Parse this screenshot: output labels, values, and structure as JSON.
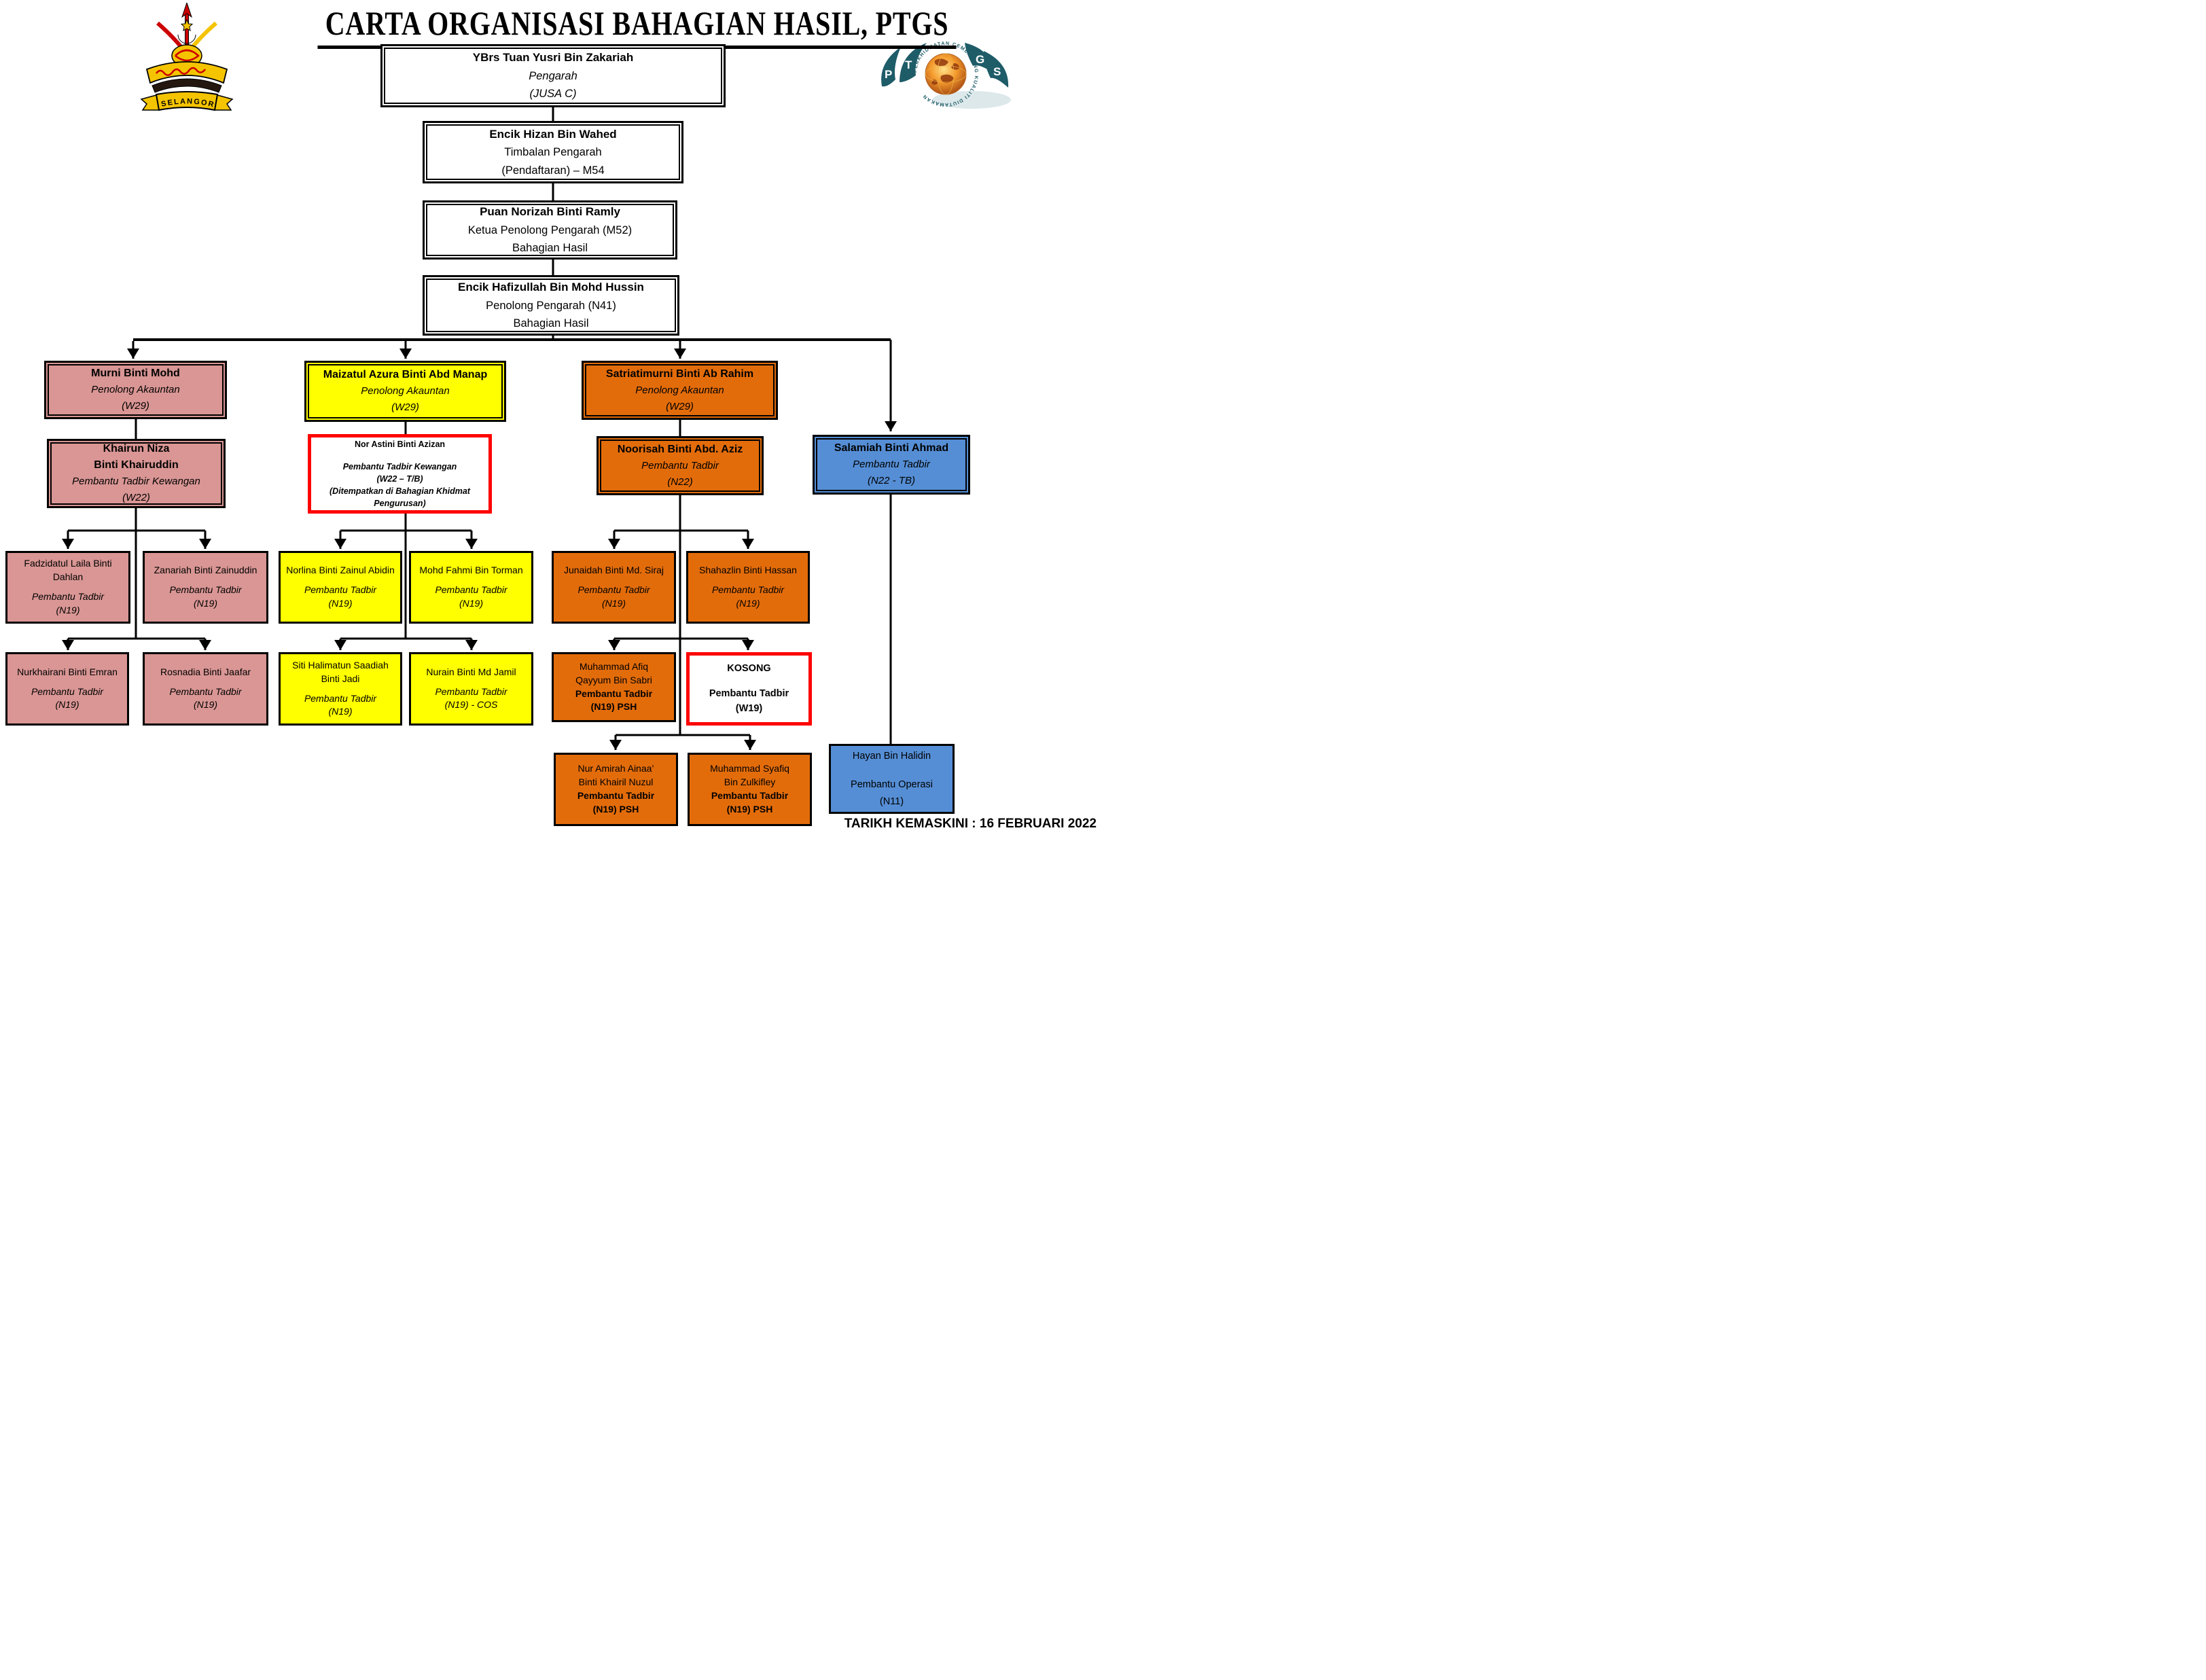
{
  "title": "CARTA ORGANISASI BAHAGIAN HASIL, PTGS",
  "footer": "TARIKH KEMASKINI : 16 FEBRUARI 2022",
  "selangor_logo": {
    "banner": "SELANGOR"
  },
  "ptgs_logo": {
    "p": "P",
    "t": "T",
    "g": "G",
    "s": "S",
    "ring_text": "PERKHIDMATAN CEMERLANG KUALITI DIUTAMAKAN"
  },
  "colors": {
    "pink": "#D99694",
    "yellow": "#FFFF00",
    "orange": "#E36C0A",
    "blue": "#558ED5",
    "red_border": "#FF0000",
    "teal": "#1E5C68",
    "black": "#000000"
  },
  "nodes": {
    "pengarah": {
      "name": "YBrs Tuan Yusri Bin Zakariah",
      "role": "Pengarah",
      "grade": "(JUSA C)"
    },
    "timbalan": {
      "name": "Encik Hizan Bin Wahed",
      "role": "Timbalan Pengarah",
      "grade": "(Pendaftaran) – M54"
    },
    "ketua": {
      "name": "Puan Norizah Binti Ramly",
      "role": "Ketua Penolong Pengarah (M52)",
      "grade": "Bahagian Hasil"
    },
    "penolong": {
      "name": "Encik Hafizullah Bin Mohd Hussin",
      "role": "Penolong Pengarah (N41)",
      "grade": "Bahagian Hasil"
    },
    "murni": {
      "name": "Murni Binti Mohd",
      "role": "Penolong Akauntan",
      "grade": "(W29)"
    },
    "maizatul": {
      "name": "Maizatul Azura Binti Abd Manap",
      "role": "Penolong Akauntan",
      "grade": "(W29)"
    },
    "satriatimurni": {
      "name": "Satriatimurni Binti Ab Rahim",
      "role": "Penolong Akauntan",
      "grade": "(W29)"
    },
    "khairun": {
      "name": "Khairun Niza\nBinti Khairuddin",
      "role": "Pembantu Tadbir Kewangan",
      "grade": "(W22)"
    },
    "nor_astini": {
      "name": "Nor Astini Binti Azizan",
      "role": "Pembantu Tadbir Kewangan",
      "grade": "(W22 – T/B)",
      "note": "(Ditempatkan di Bahagian Khidmat Pengurusan)"
    },
    "noorisah": {
      "name": "Noorisah Binti Abd. Aziz",
      "role": "Pembantu Tadbir",
      "grade": "(N22)"
    },
    "salamiah": {
      "name": "Salamiah Binti Ahmad",
      "role": "Pembantu Tadbir",
      "grade": "(N22 - TB)"
    },
    "fadzidatul": {
      "name": "Fadzidatul Laila Binti Dahlan",
      "role": "Pembantu Tadbir",
      "grade": "(N19)"
    },
    "zanariah": {
      "name": "Zanariah Binti Zainuddin",
      "role": "Pembantu Tadbir",
      "grade": "(N19)"
    },
    "nurkhairani": {
      "name": "Nurkhairani Binti Emran",
      "role": "Pembantu Tadbir",
      "grade": "(N19)"
    },
    "rosnadia": {
      "name": "Rosnadia Binti Jaafar",
      "role": "Pembantu Tadbir",
      "grade": "(N19)"
    },
    "norlina": {
      "name": "Norlina Binti Zainul Abidin",
      "role": "Pembantu Tadbir",
      "grade": "(N19)"
    },
    "fahmi": {
      "name": "Mohd Fahmi Bin Torman",
      "role": "Pembantu Tadbir",
      "grade": "(N19)"
    },
    "siti": {
      "name": "Siti Halimatun Saadiah Binti Jadi",
      "role": "Pembantu Tadbir",
      "grade": "(N19)"
    },
    "nurain": {
      "name": "Nurain Binti Md Jamil",
      "role": "Pembantu Tadbir",
      "grade": "(N19) - COS"
    },
    "junaidah": {
      "name": "Junaidah Binti Md. Siraj",
      "role": "Pembantu Tadbir",
      "grade": "(N19)"
    },
    "shahazlin": {
      "name": "Shahazlin Binti Hassan",
      "role": "Pembantu Tadbir",
      "grade": "(N19)"
    },
    "afiq": {
      "name": "Muhammad Afiq\nQayyum Bin Sabri",
      "role": "Pembantu Tadbir",
      "grade": "(N19) PSH"
    },
    "kosong": {
      "name": "KOSONG",
      "role": "Pembantu Tadbir",
      "grade": "(W19)"
    },
    "amirah": {
      "name": "Nur Amirah Ainaa’\nBinti Khairil Nuzul",
      "role": "Pembantu Tadbir",
      "grade": "(N19) PSH"
    },
    "syafiq": {
      "name": "Muhammad Syafiq\nBin Zulkifley",
      "role": "Pembantu Tadbir",
      "grade": "(N19) PSH"
    },
    "hayan": {
      "name": "Hayan Bin Halidin",
      "role": "Pembantu Operasi",
      "grade": "(N11)"
    }
  },
  "hierarchy": {
    "pengarah": [
      "timbalan"
    ],
    "timbalan": [
      "ketua"
    ],
    "ketua": [
      "penolong"
    ],
    "penolong": [
      "murni",
      "maizatul",
      "satriatimurni",
      "salamiah"
    ],
    "murni": [
      "khairun"
    ],
    "khairun": [
      "fadzidatul",
      "zanariah",
      "nurkhairani",
      "rosnadia"
    ],
    "maizatul": [
      "nor_astini"
    ],
    "nor_astini": [
      "norlina",
      "fahmi",
      "siti",
      "nurain"
    ],
    "satriatimurni": [
      "noorisah"
    ],
    "noorisah": [
      "junaidah",
      "shahazlin",
      "afiq",
      "kosong",
      "amirah",
      "syafiq"
    ],
    "salamiah": [
      "hayan"
    ]
  }
}
